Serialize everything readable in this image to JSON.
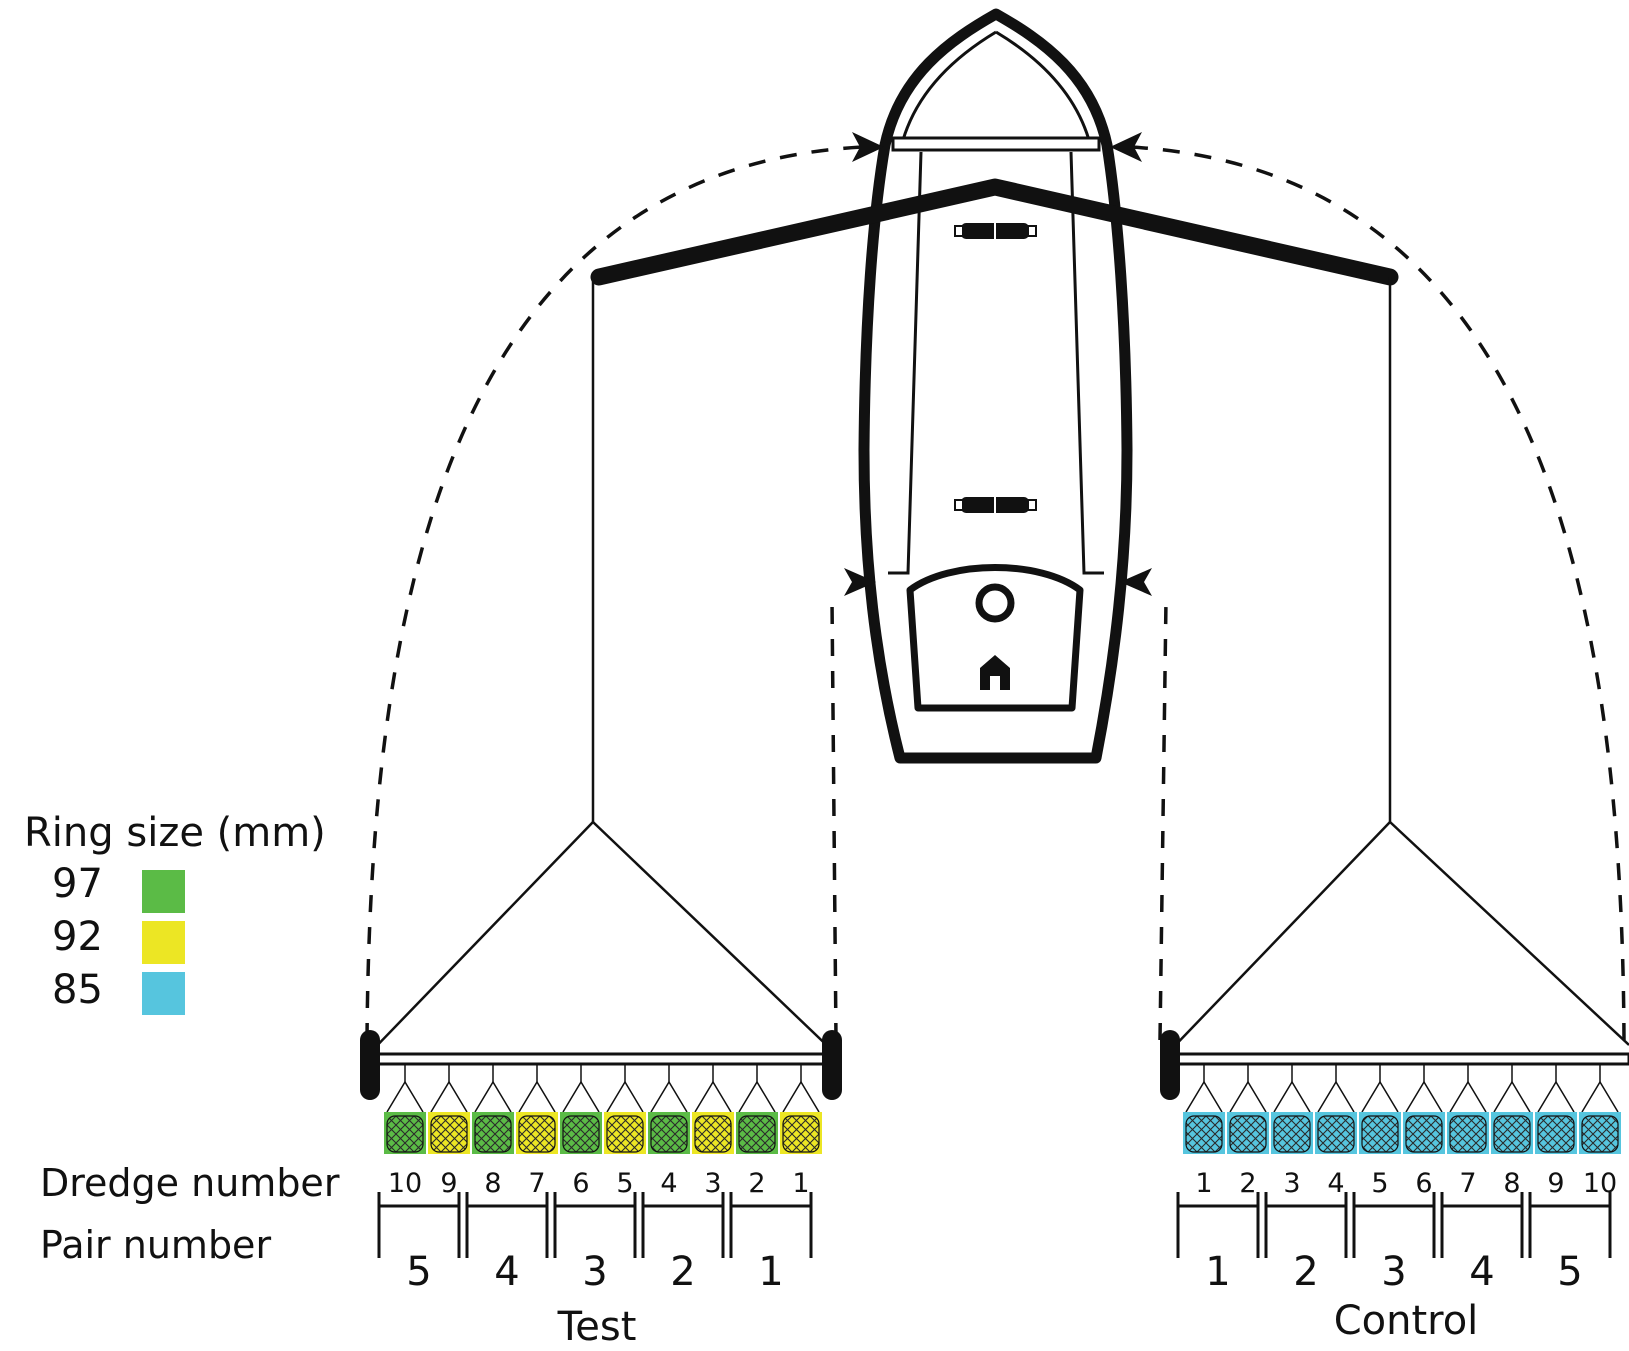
{
  "legend": {
    "title": "Ring size (mm)",
    "items": [
      {
        "label": "97",
        "color": "#5bbb46"
      },
      {
        "label": "92",
        "color": "#ece624"
      },
      {
        "label": "85",
        "color": "#56c5de"
      }
    ]
  },
  "row_labels": {
    "dredge": "Dredge number",
    "pair": "Pair number"
  },
  "test": {
    "label": "Test",
    "dredges": [
      "10",
      "9",
      "8",
      "7",
      "6",
      "5",
      "4",
      "3",
      "2",
      "1"
    ],
    "pairs": [
      "5",
      "4",
      "3",
      "2",
      "1"
    ]
  },
  "control": {
    "label": "Control",
    "dredges": [
      "1",
      "2",
      "3",
      "4",
      "5",
      "6",
      "7",
      "8",
      "9",
      "10"
    ],
    "pairs": [
      "1",
      "2",
      "3",
      "4",
      "5"
    ]
  },
  "colors": {
    "line": "#111111",
    "green": "#5bbb46",
    "yellow": "#ece624",
    "blue": "#56c5de"
  }
}
